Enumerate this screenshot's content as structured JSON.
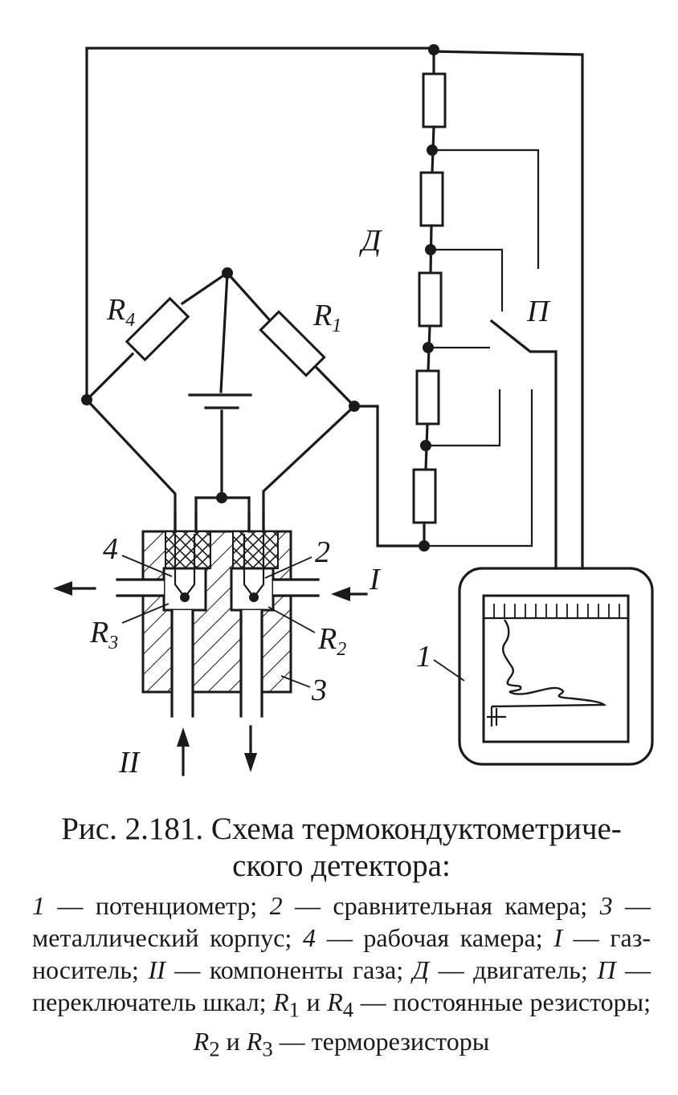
{
  "labels": {
    "R4": "R",
    "R4_sub": "4",
    "R1": "R",
    "R1_sub": "1",
    "R3": "R",
    "R3_sub": "3",
    "R2": "R",
    "R2_sub": "2",
    "D": "Д",
    "P": "П",
    "n1": "1",
    "n2": "2",
    "n3": "3",
    "n4": "4",
    "gas_I": "I",
    "gas_II": "II",
    "plus": "+"
  },
  "caption": {
    "title_line1": "Рис. 2.181. Схема термокондуктометриче-",
    "title_line2": "ского детектора:",
    "items": [
      {
        "key": "1",
        "text": " — потенциометр; "
      },
      {
        "key": "2",
        "text": " — сравнительная камера; "
      },
      {
        "key": "3",
        "text": " — металлический корпус; "
      },
      {
        "key": "4",
        "text": " — рабочая камера; "
      },
      {
        "key": "I",
        "text": " — газ-носитель; "
      },
      {
        "key": "II",
        "text": " — компоненты газа; "
      },
      {
        "key": "Д",
        "text": " — двигатель; "
      },
      {
        "key": "П",
        "text": " — переключатель шкал; "
      }
    ],
    "r1": "R",
    "r1_sub": "1",
    "and1": " и ",
    "r4": "R",
    "r4_sub": "4",
    "resistors_fixed": " — постоянные резисторы; ",
    "r2": "R",
    "r2_sub": "2",
    "and2": " и ",
    "r3": "R",
    "r3_sub": "3",
    "resistors_thermo": " — терморезисторы"
  }
}
